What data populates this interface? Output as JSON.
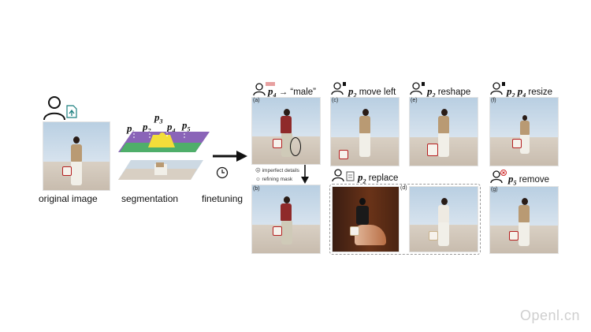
{
  "captions": {
    "original": "original image",
    "segmentation": "segmentation",
    "finetuning": "finetuning"
  },
  "seg_labels": [
    {
      "base": "p",
      "sub": "1"
    },
    {
      "base": "p",
      "sub": "2"
    },
    {
      "base": "p",
      "sub": "3"
    },
    {
      "base": "p",
      "sub": "4"
    },
    {
      "base": "p",
      "sub": "5"
    }
  ],
  "ops": {
    "a": {
      "tag": "(a)",
      "base": "p",
      "sub": "4",
      "text": "→ “male”"
    },
    "b": {
      "tag": "(b)"
    },
    "c": {
      "tag": "(c)",
      "base": "p",
      "sub": "2",
      "text": "move left"
    },
    "d": {
      "tag": "(d)",
      "base": "p",
      "sub": "2",
      "text": "replace"
    },
    "e": {
      "tag": "(e)",
      "base": "p",
      "sub": "2",
      "text": "reshape"
    },
    "f": {
      "tag": "(f)",
      "base1": "p",
      "sub1": "2",
      "base2": "p",
      "sub2": "4",
      "text": "resize"
    },
    "g": {
      "tag": "(g)",
      "base": "p",
      "sub": "5",
      "text": "remove"
    }
  },
  "notes": {
    "imperfect": "imperfect details",
    "refining": "refining mask"
  },
  "watermark": "Openl.cn",
  "colors": {
    "sky": "#c8d9e8",
    "ground": "#d2c8bb",
    "coat": "#b99a73",
    "bag_accent": "#b51f1f",
    "seg_purple": "#8a64b8",
    "seg_yellow": "#f3dd3a",
    "seg_green": "#4fae6a",
    "arrow": "#111111"
  }
}
